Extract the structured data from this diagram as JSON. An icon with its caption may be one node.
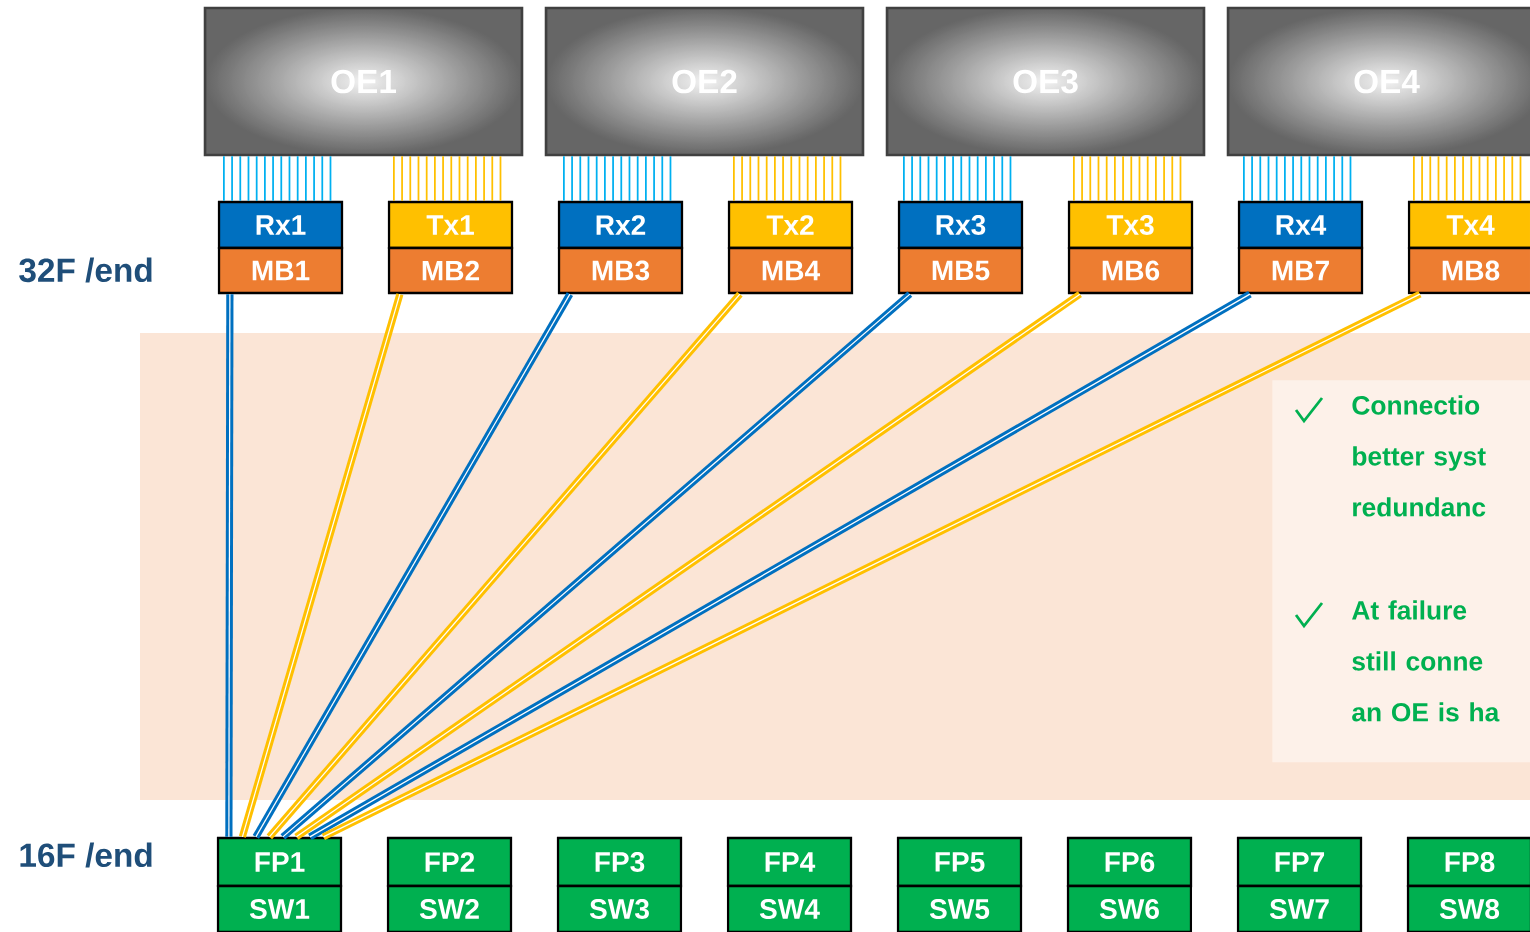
{
  "diagram": {
    "nodes": [
      {
        "text": [
          "OE1"
        ]
      },
      {
        "text": [
          "OE2"
        ]
      },
      {
        "text": [
          "OE3"
        ]
      },
      {
        "text": [
          "OE4"
        ]
      },
      {
        "text": [
          "Rx1"
        ]
      },
      {
        "text": [
          "MB1"
        ]
      },
      {
        "text": [
          "Tx1"
        ]
      },
      {
        "text": [
          "MB2"
        ]
      },
      {
        "text": [
          "Rx2"
        ]
      },
      {
        "text": [
          "MB3"
        ]
      },
      {
        "text": [
          "Tx2"
        ]
      },
      {
        "text": [
          "MB4"
        ]
      },
      {
        "text": [
          "Rx3"
        ]
      },
      {
        "text": [
          "MB5"
        ]
      },
      {
        "text": [
          "Tx3"
        ]
      },
      {
        "text": [
          "MB6"
        ]
      },
      {
        "text": [
          "Rx4"
        ]
      },
      {
        "text": [
          "MB7"
        ]
      },
      {
        "text": [
          "Tx4"
        ]
      },
      {
        "text": [
          "MB8"
        ]
      },
      {
        "text": [
          "FP1"
        ]
      },
      {
        "text": [
          "SW1"
        ]
      },
      {
        "text": [
          "FP2"
        ]
      },
      {
        "text": [
          "SW2"
        ]
      },
      {
        "text": [
          "FP3"
        ]
      },
      {
        "text": [
          "SW3"
        ]
      },
      {
        "text": [
          "FP4"
        ]
      },
      {
        "text": [
          "SW4"
        ]
      },
      {
        "text": [
          "FP5"
        ]
      },
      {
        "text": [
          "SW5"
        ]
      },
      {
        "text": [
          "FP6"
        ]
      },
      {
        "text": [
          "SW6"
        ]
      },
      {
        "text": [
          "FP7"
        ]
      },
      {
        "text": [
          "SW7"
        ]
      },
      {
        "text": [
          "FP8"
        ]
      },
      {
        "text": [
          "SW8"
        ]
      },
      {
        "text": [
          "Connectio better syst redundanc",
          "At failure still conne an OE is ha"
        ]
      }
    ],
    "edges": [
      {
        "from": 0,
        "to": 4,
        "arrow": "none",
        "color": "#00b0f0"
      },
      {
        "from": 0,
        "to": 6,
        "arrow": "none",
        "color": "#ffc000"
      },
      {
        "from": 1,
        "to": 8,
        "arrow": "none",
        "color": "#00b0f0"
      },
      {
        "from": 1,
        "to": 10,
        "arrow": "none",
        "color": "#ffc000"
      },
      {
        "from": 2,
        "to": 12,
        "arrow": "none",
        "color": "#00b0f0"
      },
      {
        "from": 2,
        "to": 14,
        "arrow": "none",
        "color": "#ffc000"
      },
      {
        "from": 3,
        "to": 16,
        "arrow": "none",
        "color": "#00b0f0"
      },
      {
        "from": 3,
        "to": 18,
        "arrow": "none",
        "color": "#ffc000"
      },
      {
        "from": 5,
        "to": 20,
        "arrow": "none",
        "style": "thick",
        "color": "#0070c0"
      },
      {
        "from": 7,
        "to": 20,
        "arrow": "none",
        "style": "thick",
        "color": "#ffc000"
      },
      {
        "from": 9,
        "to": 20,
        "arrow": "none",
        "style": "thick",
        "color": "#0070c0"
      },
      {
        "from": 11,
        "to": 20,
        "arrow": "none",
        "style": "thick",
        "color": "#ffc000"
      },
      {
        "from": 13,
        "to": 20,
        "arrow": "none",
        "style": "thick",
        "color": "#0070c0"
      },
      {
        "from": 15,
        "to": 20,
        "arrow": "none",
        "style": "thick",
        "color": "#ffc000"
      },
      {
        "from": 17,
        "to": 20,
        "arrow": "none",
        "style": "thick",
        "color": "#0070c0"
      },
      {
        "from": 19,
        "to": 20,
        "arrow": "none",
        "style": "thick",
        "color": "#ffc000"
      }
    ],
    "labels": [
      "32F /end",
      "16F /end"
    ]
  }
}
